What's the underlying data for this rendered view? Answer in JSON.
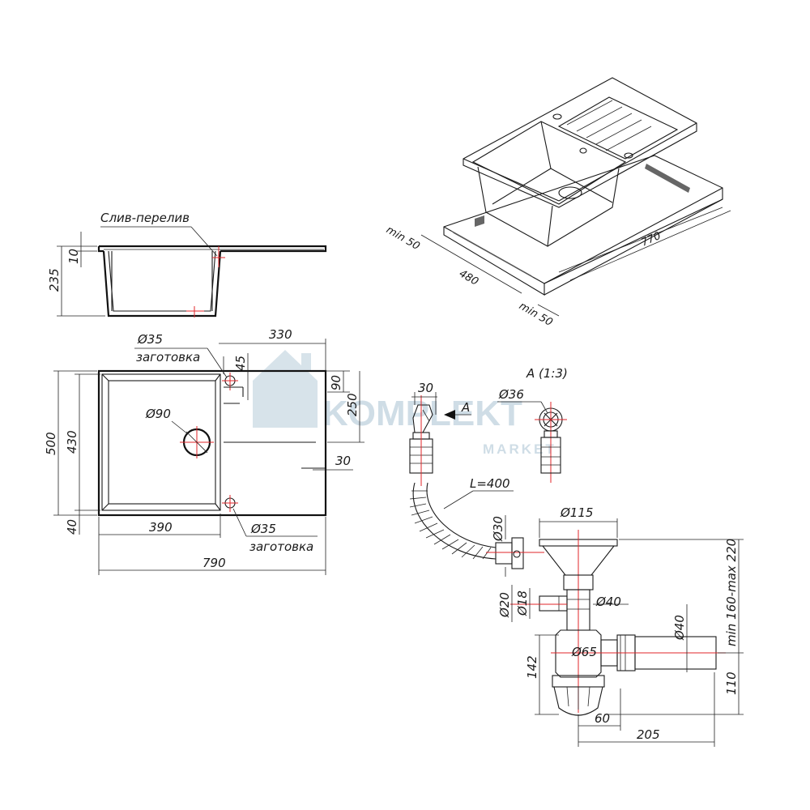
{
  "labels": {
    "overflow": "Слив-перелив",
    "d35": "Ø35",
    "blank": "заготовка",
    "d90": "Ø90",
    "d36": "Ø36",
    "view_a": "A (1:3)",
    "arrow_a": "A",
    "hose": "L=400",
    "d115": "Ø115",
    "d30": "Ø30",
    "d20": "Ø20",
    "d18": "Ø18",
    "d40": "Ø40",
    "d65": "Ø65",
    "min_max": "min 160-max 220"
  },
  "dims": {
    "h235": "235",
    "h10": "10",
    "w330": "330",
    "v45": "45",
    "v90": "90",
    "v250": "250",
    "v500": "500",
    "v430": "430",
    "v40": "40",
    "w30": "30",
    "w390": "390",
    "w790": "790",
    "iso_min50a": "min 50",
    "iso_480": "480",
    "iso_770": "770",
    "iso_min50b": "min 50",
    "s30": "30",
    "s142": "142",
    "s110": "110",
    "s60": "60",
    "s205": "205"
  },
  "watermark": {
    "brand": "KOMPLEKT",
    "sub": "MARKET",
    "color": "#cfdde6"
  }
}
